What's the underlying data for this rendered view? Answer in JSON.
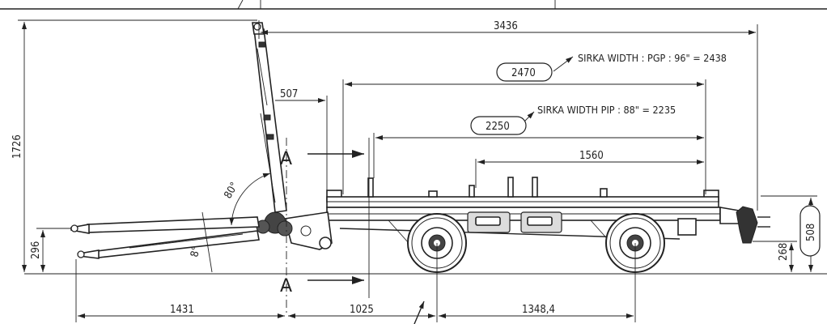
{
  "dimensions": {
    "overall_length": "3436",
    "height": "1726",
    "drawbar_height": "296",
    "drawbar_offset": "507",
    "deck_length_outer": "2470",
    "deck_length_inner": "2250",
    "stake_span": "1560",
    "drawbar_length": "1431",
    "front_to_axle": "1025",
    "wheelbase": "1348,4",
    "rear_height": "268",
    "coupling_height": "508",
    "drawbar_angle": "80°",
    "small_angle": "8°"
  },
  "notes": {
    "width_pgp": "SIRKA WIDTH : PGP : 96\" = 2438",
    "width_pip": "SIRKA WIDTH  PIP : 88\" = 2235"
  },
  "section_marks": {
    "top": "A",
    "bottom": "A"
  }
}
